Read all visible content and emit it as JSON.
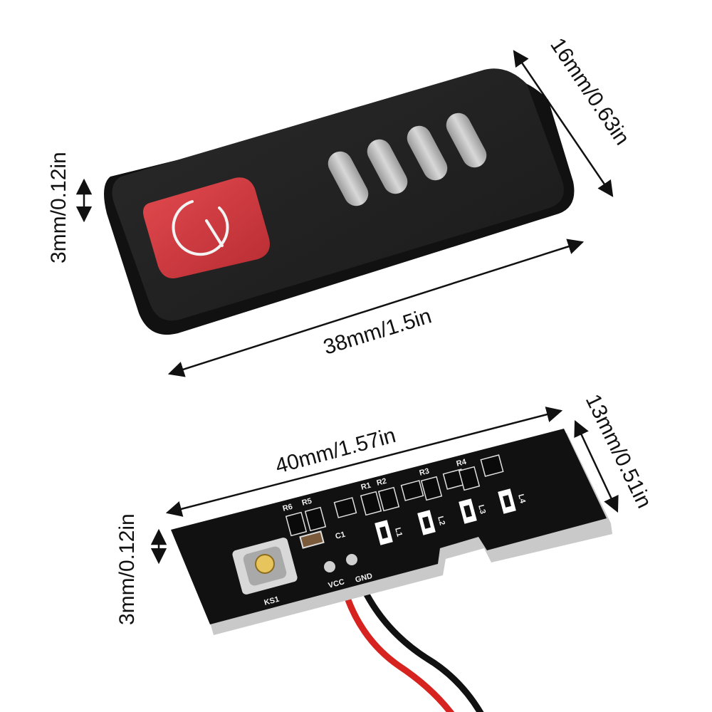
{
  "labels": {
    "panel_thickness": "3mm/0.12in",
    "panel_height": "16mm/0.63in",
    "panel_length": "38mm/1.5in",
    "pcb_length": "40mm/1.57in",
    "pcb_height": "13mm/0.51in",
    "pcb_thickness": "3mm/0.12in"
  },
  "pcb_silkscreen": {
    "switch": "KS1",
    "vcc": "VCC",
    "gnd": "GND",
    "cap": "C1",
    "r6": "R6",
    "r5": "R5",
    "r1": "R1",
    "r2": "R2",
    "r3": "R3",
    "r4": "R4",
    "l1": "L1",
    "l2": "L2",
    "l3": "L3",
    "l4": "L4"
  },
  "indicator": {
    "segment_count": 4
  },
  "colors": {
    "panel_body": "#1e1e1e",
    "power_button": "#d63a3f",
    "pcb_board": "#111111",
    "pcb_edge": "#c9c9c9",
    "wire_red": "#d6231f",
    "wire_black": "#111111"
  }
}
